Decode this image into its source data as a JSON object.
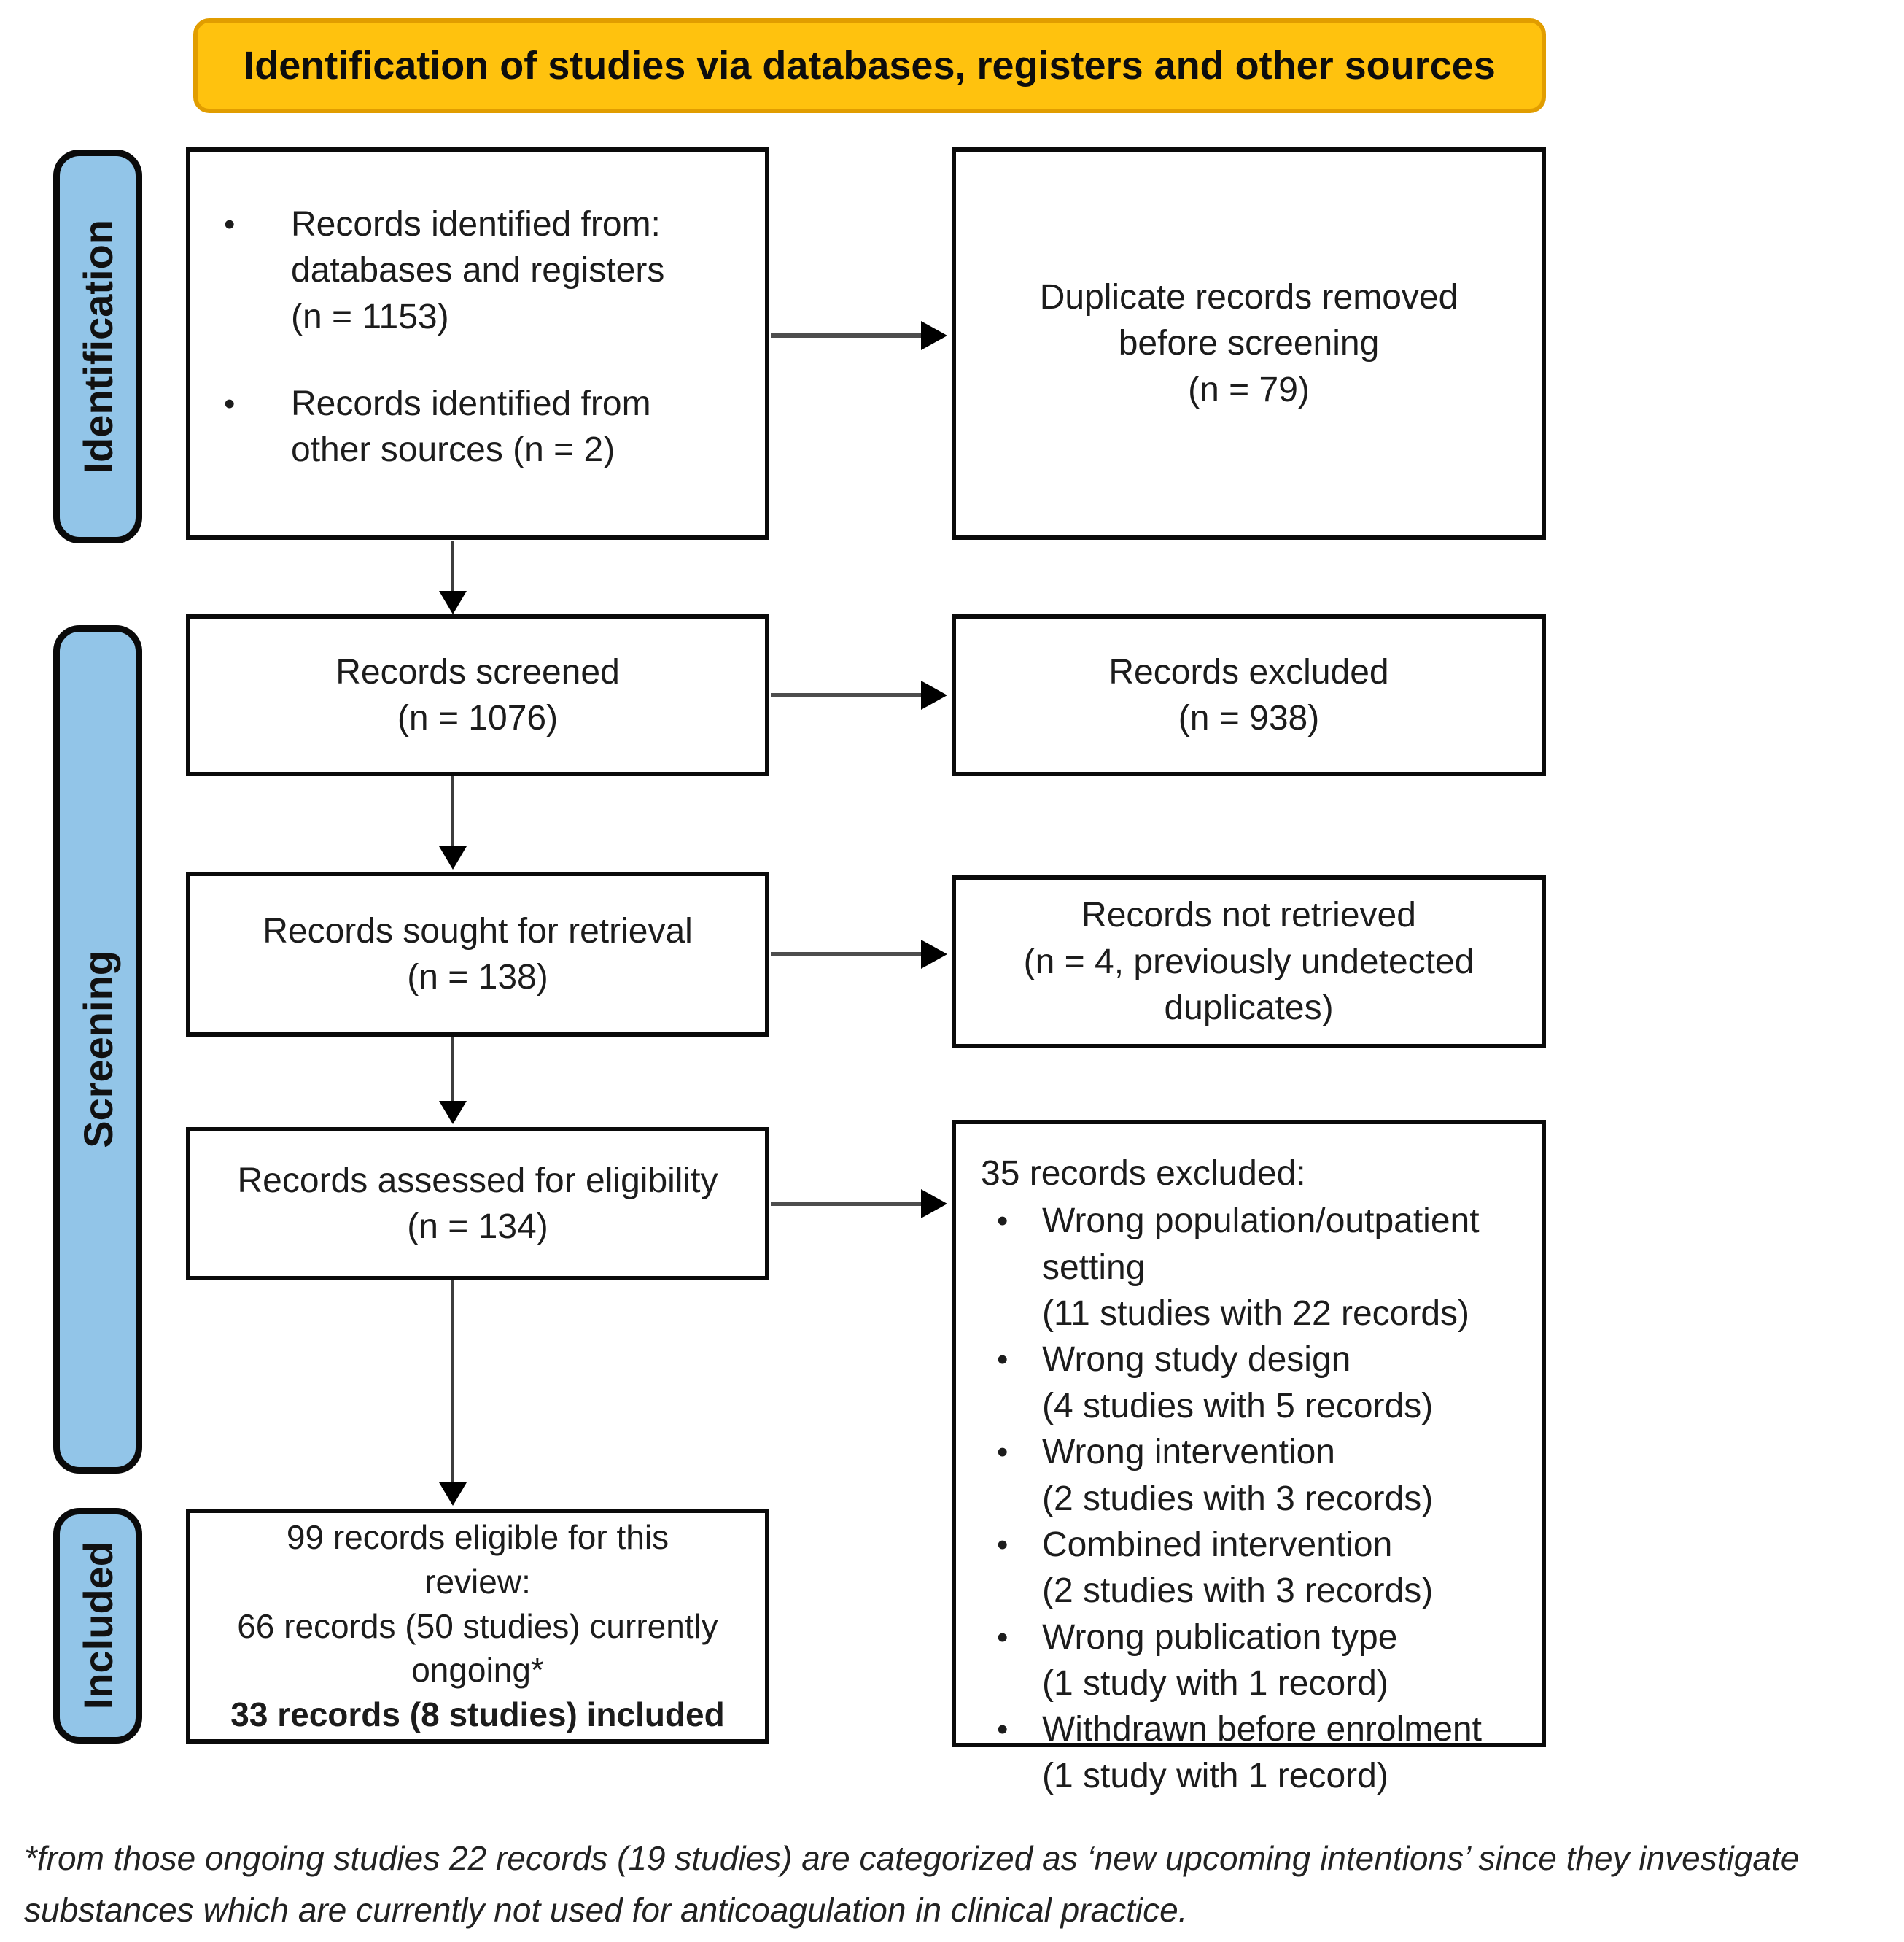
{
  "banner": {
    "title": "Identification of studies via databases, registers and other sources"
  },
  "stages": [
    {
      "label": "Identification"
    },
    {
      "label": "Screening"
    },
    {
      "label": "Included"
    }
  ],
  "glyphs": {
    "bullet": "•"
  },
  "flow": {
    "identified": {
      "bullets": [
        "Records identified from:\ndatabases and registers\n(n = 1153)",
        "Records identified from\nother sources (n = 2)"
      ]
    },
    "duplicates_removed": {
      "text": "Duplicate records removed\nbefore screening\n(n = 79)"
    },
    "screened": {
      "text": "Records screened\n(n = 1076)"
    },
    "records_excluded": {
      "text": "Records excluded\n(n = 938)"
    },
    "sought": {
      "text": "Records sought for retrieval\n(n = 138)"
    },
    "not_retrieved": {
      "text": "Records not retrieved\n(n = 4, previously undetected\nduplicates)"
    },
    "assessed": {
      "text": "Records assessed for eligibility\n(n = 134)"
    },
    "excluded_detail": {
      "heading": "35 records excluded:",
      "bullets": [
        "Wrong population/outpatient\nsetting\n(11 studies with 22 records)",
        "Wrong study design\n(4 studies with 5 records)",
        "Wrong intervention\n(2 studies with 3 records)",
        "Combined intervention\n(2 studies with 3 records)",
        "Wrong publication type\n(1 study with 1 record)",
        "Withdrawn before enrolment\n(1 study with 1 record)"
      ]
    },
    "eligible": {
      "text": "99 records eligible for this\nreview:\n66 records (50 studies) currently\nongoing*",
      "bold_text": "33 records (8 studies) included"
    }
  },
  "footnote": {
    "text": "*from those ongoing studies 22 records (19 studies) are categorized as ‘new upcoming intentions’ since they investigate\nsubstances which are currently not used for anticoagulation in clinical practice."
  },
  "colors": {
    "banner_bg": "#FFC20E",
    "banner_border": "#E19D00",
    "stage_bg": "#92C5E8",
    "stage_border": "#0A0A0A",
    "box_border": "#0A0A0A",
    "arrow_stem": "#4D4D4D",
    "arrow_head": "#000000",
    "text": "#1C1C1C"
  }
}
